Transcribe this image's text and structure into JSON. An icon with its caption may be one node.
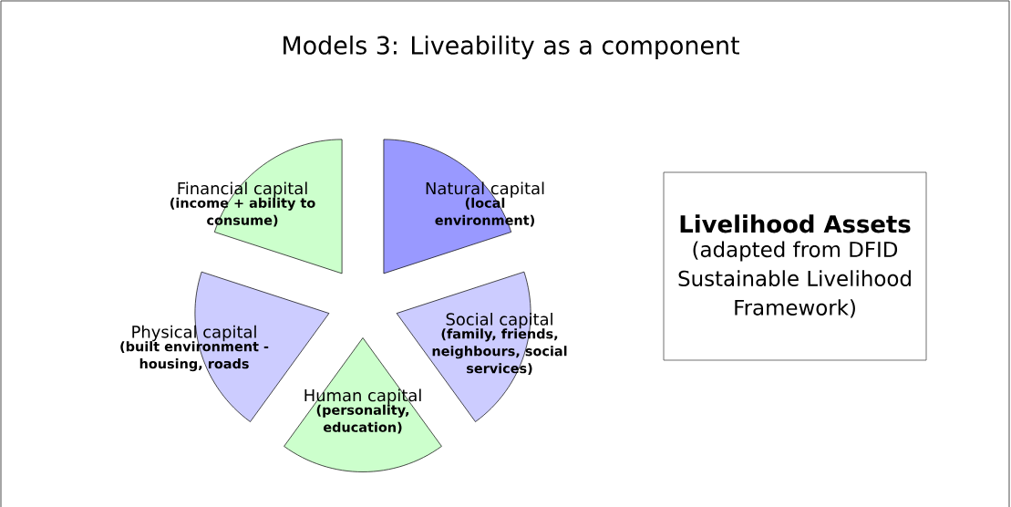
{
  "diagram": {
    "title": "Models 3: Liveability as a component",
    "nodes": [
      {
        "text": [
          "Financial capital",
          "(income + ability to consume)"
        ]
      },
      {
        "text": [
          "Natural capital",
          "(local environment)"
        ]
      },
      {
        "text": [
          "Physical capital",
          "(built environment - housing, roads"
        ]
      },
      {
        "text": [
          "Social capital",
          "(family, friends, neighbours, social services)"
        ]
      },
      {
        "text": [
          "Human capital",
          "(personality, education)"
        ]
      },
      {
        "text": [
          "Livelihood Assets",
          "(adapted from DFID Sustainable Livelihood Framework)"
        ]
      }
    ]
  }
}
